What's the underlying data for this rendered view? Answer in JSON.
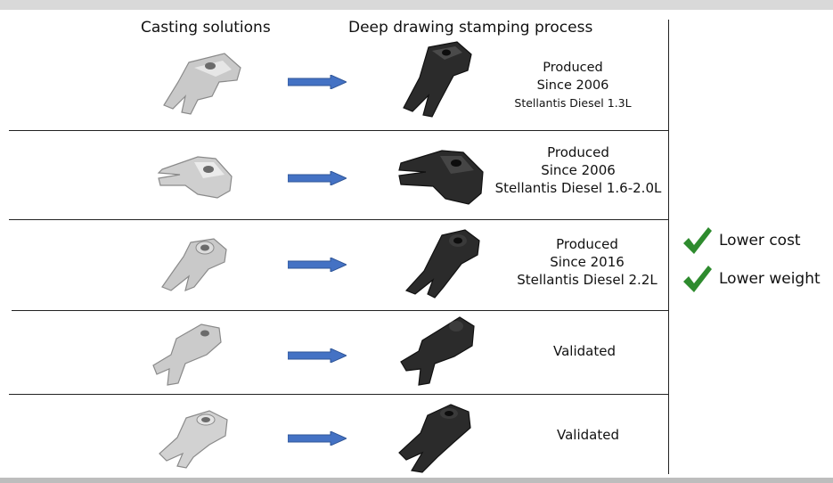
{
  "headers": {
    "casting": "Casting solutions",
    "stamping": "Deep drawing stamping process"
  },
  "rows": [
    {
      "status_line1": "Produced",
      "status_line2": "Since 2006",
      "model": "Stellantis Diesel 1.3L"
    },
    {
      "status_line1": "Produced",
      "status_line2": "Since 2006",
      "model": "Stellantis Diesel 1.6-2.0L"
    },
    {
      "status_line1": "Produced",
      "status_line2": "Since 2016",
      "model": "Stellantis Diesel 2.2L"
    },
    {
      "status_line1": "Validated"
    },
    {
      "status_line1": "Validated"
    }
  ],
  "benefits": [
    {
      "label": "Lower cost",
      "icon": "checkmark-icon"
    },
    {
      "label": "Lower weight",
      "icon": "checkmark-icon"
    }
  ],
  "colors": {
    "arrow": "#4472c4",
    "check": "#2e8b2e",
    "cast_part": "#c9c9c9",
    "stamped_part": "#2b2b2b"
  }
}
